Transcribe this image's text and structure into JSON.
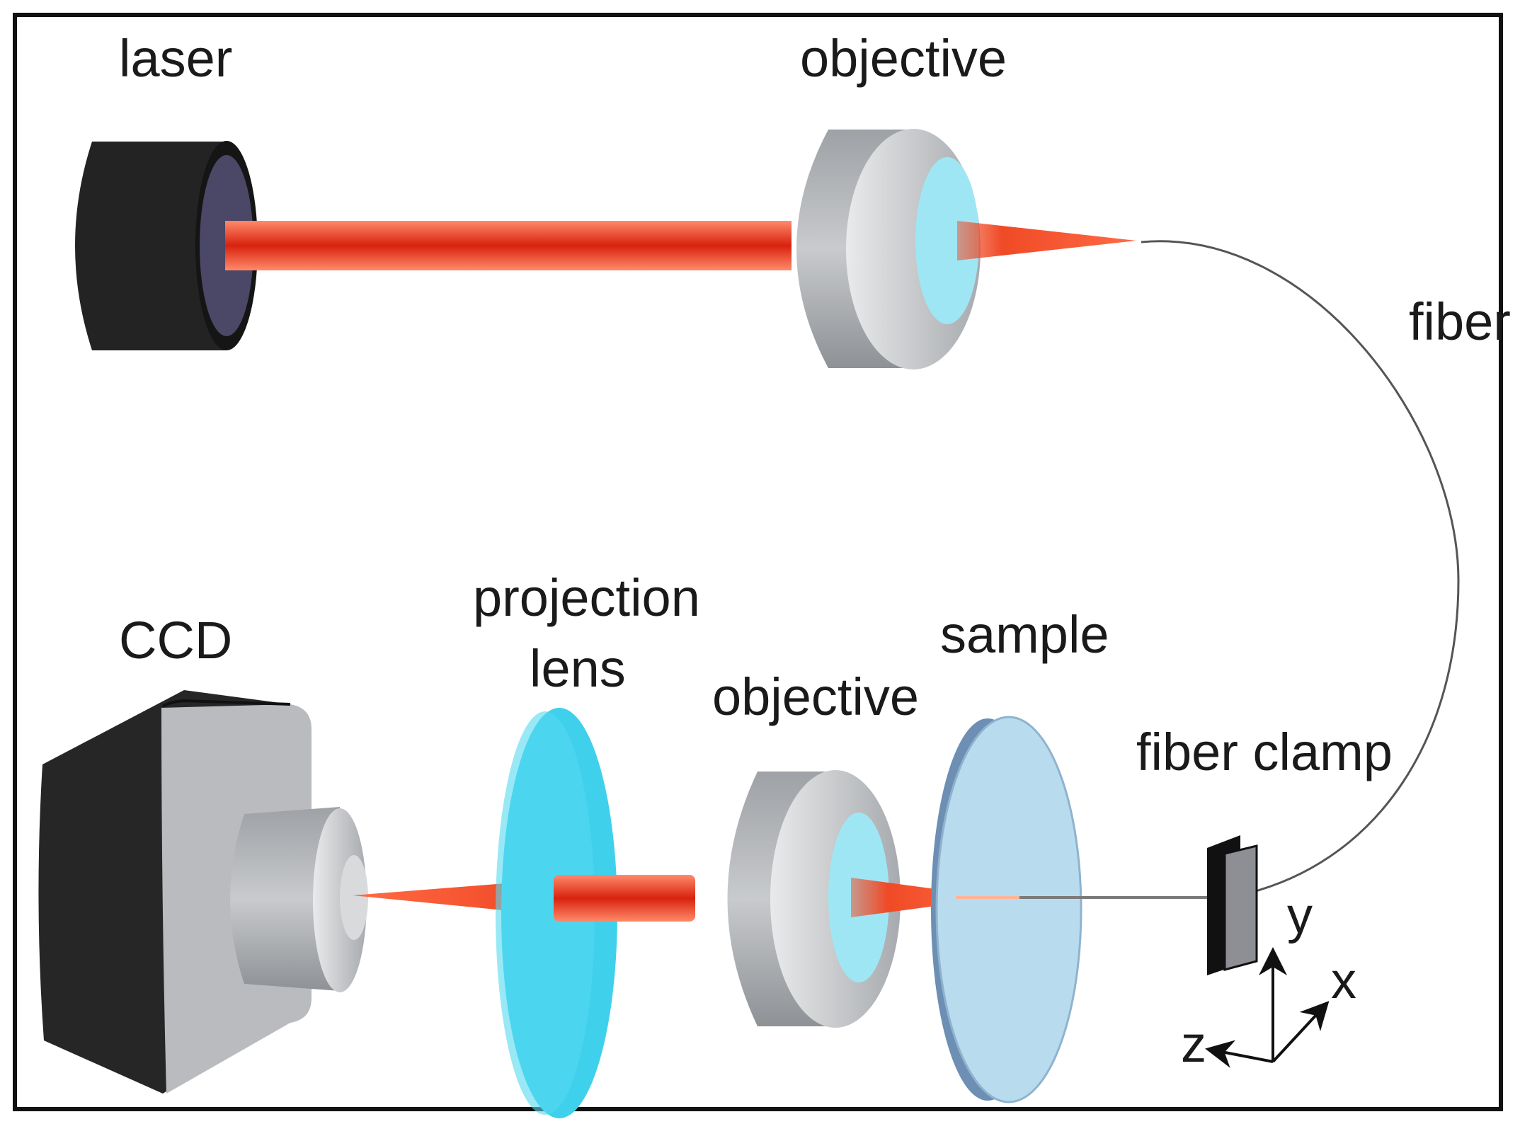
{
  "labels": {
    "laser": "laser",
    "objective_top": "objective",
    "fiber": "fiber",
    "ccd": "CCD",
    "projection_line1": "projection",
    "projection_line2": "lens",
    "objective_bottom": "objective",
    "sample": "sample",
    "fiber_clamp": "fiber clamp"
  },
  "axes": {
    "y": "y",
    "x": "x",
    "z": "z"
  },
  "colors": {
    "beam": "#f04a26",
    "beam_core": "#d42a12",
    "lens_blue": "#3fd0ec",
    "objective_glass": "#9fe6f5",
    "objective_body": "#b5b8bc",
    "sample_face": "#b8dcee",
    "sample_edge": "#6c8fb3",
    "housing_dark": "#222222",
    "laser_face": "#4b4766"
  }
}
